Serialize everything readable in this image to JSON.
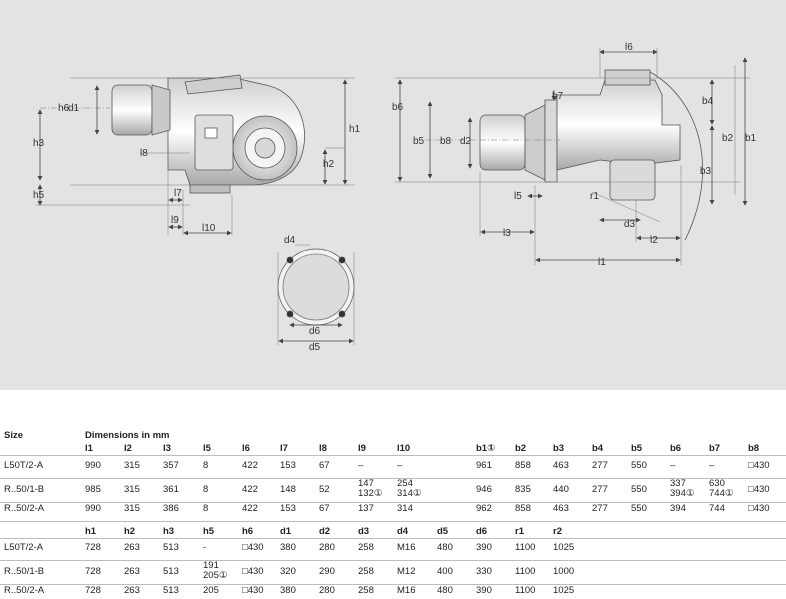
{
  "drawing": {
    "side_labels": {
      "h6": "h6",
      "d1": "d1",
      "h3": "h3",
      "h5": "h5",
      "l8": "l8",
      "l7": "l7",
      "l9": "l9",
      "l10": "l10",
      "h1": "h1",
      "h2": "h2"
    },
    "main_labels": {
      "l6": "l6",
      "b7": "b7",
      "b6": "b6",
      "b4": "b4",
      "b5": "b5",
      "b8": "b8",
      "d2": "d2",
      "b2": "b2",
      "b1": "b1",
      "b3": "b3",
      "l5": "l5",
      "r1": "r1",
      "d3": "d3",
      "l3": "l3",
      "l2": "l2",
      "l1": "l1"
    },
    "flange_labels": {
      "d4": "d4",
      "d6": "d6",
      "d5": "d5"
    }
  },
  "table": {
    "size_label": "Size",
    "dimensions_label": "Dimensions in mm",
    "headers1": [
      "l1",
      "l2",
      "l3",
      "l5",
      "l6",
      "l7",
      "l8",
      "l9",
      "l10",
      "b1①",
      "b2",
      "b3",
      "b4",
      "b5",
      "b6",
      "b7",
      "b8"
    ],
    "rows1": [
      {
        "size": "L50T/2-A",
        "values": [
          "990",
          "315",
          "357",
          "8",
          "422",
          "153",
          "67",
          "–",
          "–",
          "961",
          "858",
          "463",
          "277",
          "550",
          "–",
          "–",
          "□430"
        ]
      },
      {
        "size": "R..50/1-B",
        "values": [
          "985",
          "315",
          "361",
          "8",
          "422",
          "148",
          "52",
          "147\n132①",
          "254\n314①",
          "946",
          "835",
          "440",
          "277",
          "550",
          "337\n394①",
          "630\n744①",
          "□430"
        ]
      },
      {
        "size": "R..50/2-A",
        "values": [
          "990",
          "315",
          "386",
          "8",
          "422",
          "153",
          "67",
          "137",
          "314",
          "962",
          "858",
          "463",
          "277",
          "550",
          "394",
          "744",
          "□430"
        ]
      }
    ],
    "headers2": [
      "h1",
      "h2",
      "h3",
      "h5",
      "h6",
      "d1",
      "d2",
      "d3",
      "d4",
      "d5",
      "d6",
      "r1",
      "r2"
    ],
    "rows2": [
      {
        "size": "L50T/2-A",
        "values": [
          "728",
          "263",
          "513",
          "-",
          "□430",
          "380",
          "280",
          "258",
          "M16",
          "480",
          "390",
          "1100",
          "1025"
        ]
      },
      {
        "size": "R..50/1-B",
        "values": [
          "728",
          "263",
          "513",
          "191\n205①",
          "□430",
          "320",
          "290",
          "258",
          "M12",
          "400",
          "330",
          "1100",
          "1000"
        ]
      },
      {
        "size": "R..50/2-A",
        "values": [
          "728",
          "263",
          "513",
          "205",
          "□430",
          "380",
          "280",
          "258",
          "M16",
          "480",
          "390",
          "1100",
          "1025"
        ]
      }
    ]
  }
}
